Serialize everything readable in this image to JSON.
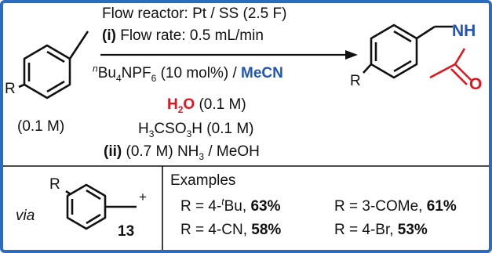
{
  "scheme": {
    "conditions": {
      "line1": "Flow reactor: Pt / SS (2.5 F)",
      "step_i_label": "(i)",
      "step_i_text": "Flow rate: 0.5 mL/min",
      "salt_prefix_sup": "n",
      "salt_text_a": "Bu",
      "salt_sub_a": "4",
      "salt_text_b": "NPF",
      "salt_sub_b": "6",
      "salt_text_c": " (10 mol%) / ",
      "solvent": "MeCN",
      "water": "H",
      "water_sub": "2",
      "water_o": "O",
      "water_conc": " (0.1 M)",
      "acid_a": "H",
      "acid_sub_a": "3",
      "acid_b": "CSO",
      "acid_sub_b": "3",
      "acid_c": "H (0.1 M)",
      "step_ii_label": "(ii)",
      "step_ii_a": " (0.7 M) NH",
      "step_ii_sub": "3",
      "step_ii_b": " / MeOH"
    },
    "substrate": {
      "r_label": "R",
      "conc": "(0.1 M)"
    },
    "product": {
      "r_label": "R",
      "nh_label": "NH",
      "o_label": "O"
    },
    "intermediate": {
      "via": "via",
      "r_label": "R",
      "charge": "+",
      "number": "13"
    },
    "examples": {
      "heading": "Examples",
      "items": [
        {
          "r": "R = 4-",
          "sup": "t",
          "rest": "Bu, ",
          "yield": "63%"
        },
        {
          "r": "R = 3-COMe, ",
          "sup": "",
          "rest": "",
          "yield": "61%"
        },
        {
          "r": "R = 4-CN, ",
          "sup": "",
          "rest": "",
          "yield": "58%"
        },
        {
          "r": "R = 4-Br, ",
          "sup": "",
          "rest": "",
          "yield": "53%"
        }
      ]
    },
    "colors": {
      "border": "#2a6cc0",
      "red": "#e2141c",
      "blue": "#1f55b8"
    }
  }
}
